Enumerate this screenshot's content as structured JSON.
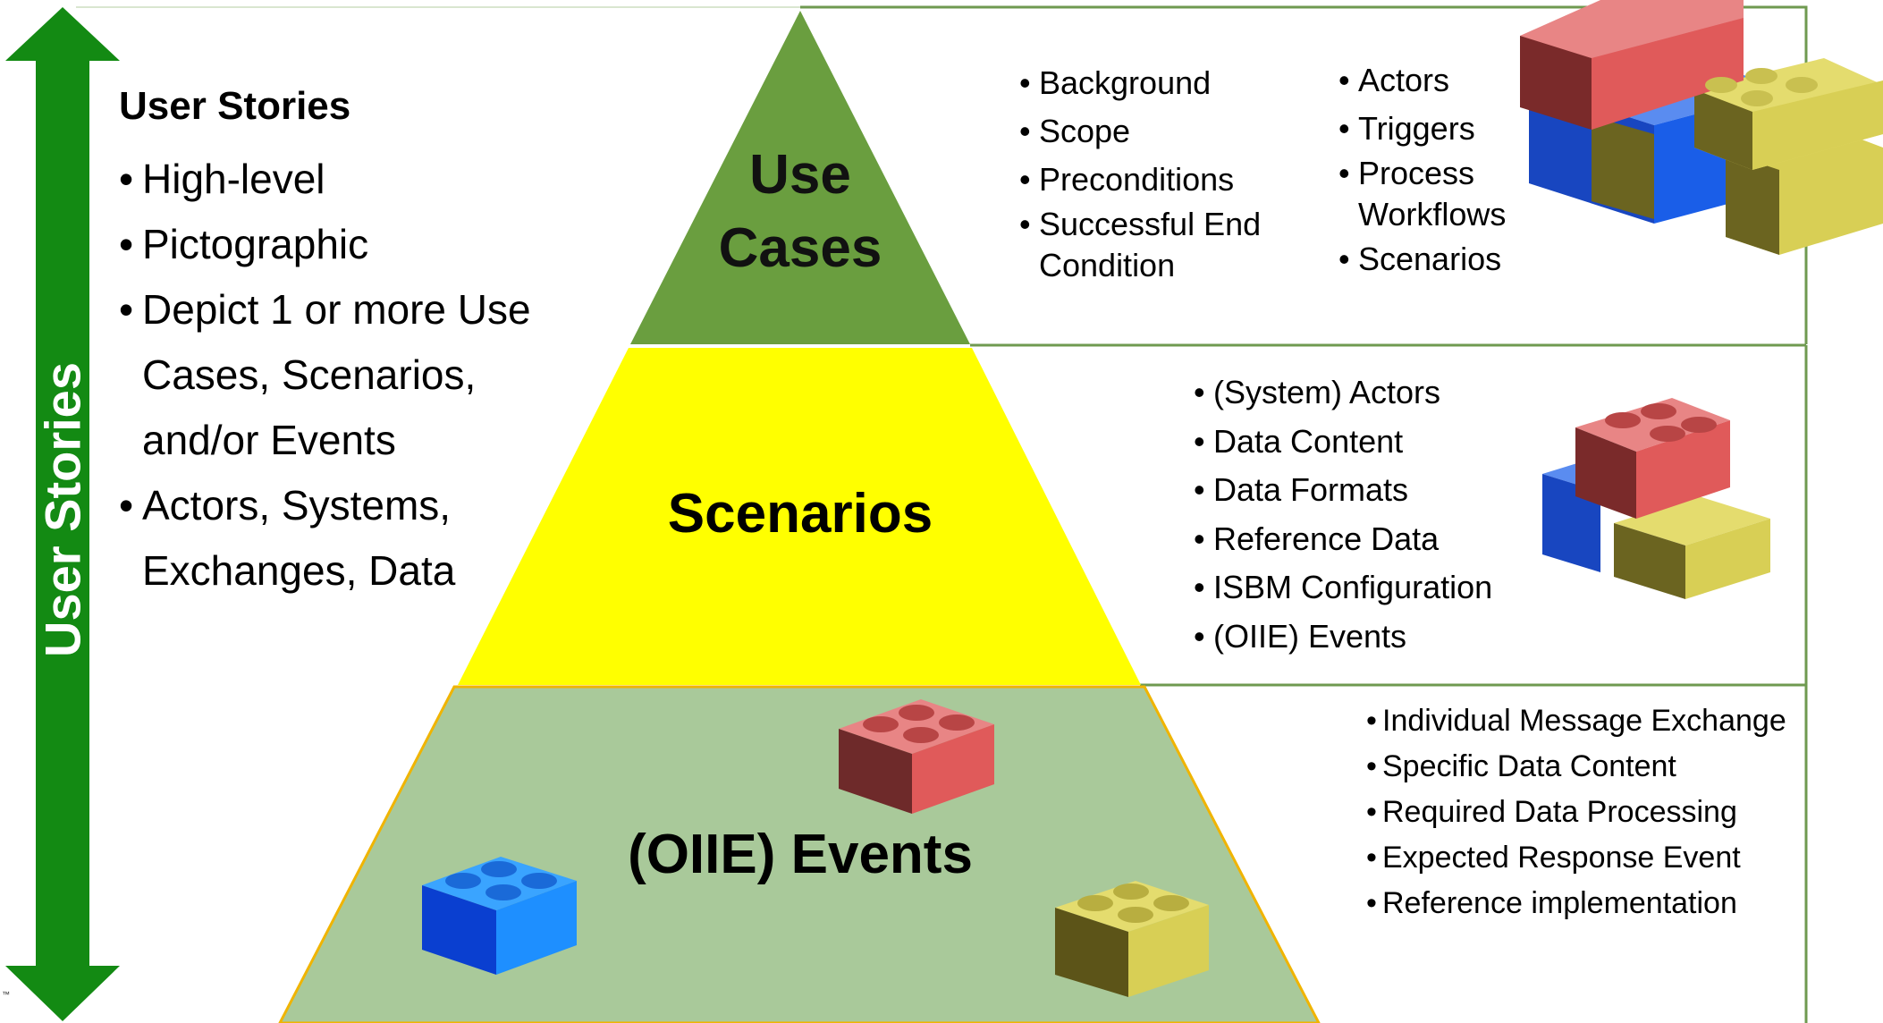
{
  "arrow_label": "User Stories",
  "left_panel": {
    "heading": "User Stories",
    "bullets": [
      "High-level",
      "Pictographic",
      "Depict 1 or more Use Cases, Scenarios, and/or Events",
      "Actors, Systems, Exchanges, Data"
    ]
  },
  "pyramid": {
    "top_label_line1": "Use",
    "top_label_line2": "Cases",
    "middle_label": "Scenarios",
    "bottom_label": "(OIIE) Events"
  },
  "use_cases_details": {
    "column1": [
      "Background",
      "Scope",
      "Preconditions",
      "Successful End Condition"
    ],
    "column2": [
      "Actors",
      "Triggers",
      "Process Workflows",
      "Scenarios"
    ]
  },
  "scenarios_details": [
    "(System) Actors",
    "Data Content",
    "Data Formats",
    "Reference Data",
    "ISBM Configuration",
    "(OIIE) Events"
  ],
  "events_details": [
    "Individual Message Exchange",
    "Specific Data Content",
    "Required Data Processing",
    "Expected Response Event",
    "Reference implementation"
  ],
  "trademark": "™",
  "colors": {
    "arrow": "#138a13",
    "top_tier": "#6a9e3f",
    "middle_tier": "#ffff00",
    "bottom_tier": "#a9c99a",
    "border": "#6f9a50",
    "brick_red": "#e05a5a",
    "brick_blue": "#1a5ee8",
    "brick_yellow": "#d8cf55"
  }
}
